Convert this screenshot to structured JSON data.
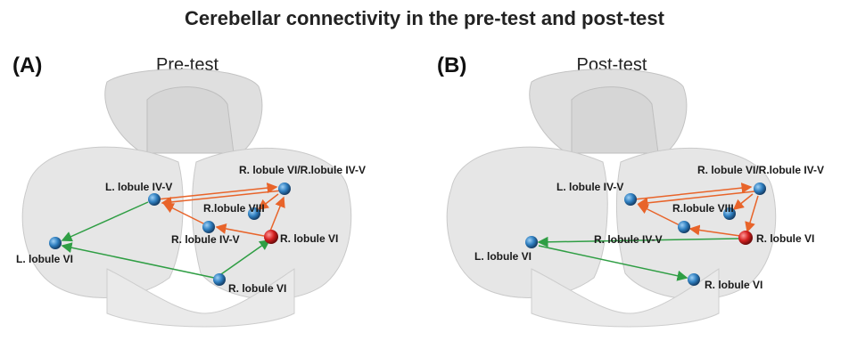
{
  "title": "Cerebellar connectivity in the pre-test and post-test",
  "colors": {
    "node_blue": "#2f7fc0",
    "node_red": "#d42020",
    "edge_orange": "#e8642a",
    "edge_green": "#2f9e44",
    "brain": "#cfcfcf"
  },
  "panels": [
    {
      "label": "(A)",
      "title": "Pre-test",
      "nodes": {
        "rvi_riv": "R. lobule VI/R.lobule IV-V",
        "liv": "L. lobule IV-V",
        "rviii": "R.lobule VIII",
        "riv": "R. lobule IV-V",
        "rvi_red": "R. lobule VI",
        "lvi": "L. lobule VI",
        "rvi_low": "R. lobule VI"
      }
    },
    {
      "label": "(B)",
      "title": "Post-test",
      "nodes": {
        "rvi_riv": "R. lobule VI/R.lobule IV-V",
        "liv": "L. lobule IV-V",
        "rviii": "R.lobule VIII",
        "riv": "R. lobule IV-V",
        "rvi_red": "R. lobule VI",
        "lvi": "L. lobule VI",
        "rvi_low": "R. lobule VI"
      }
    }
  ]
}
